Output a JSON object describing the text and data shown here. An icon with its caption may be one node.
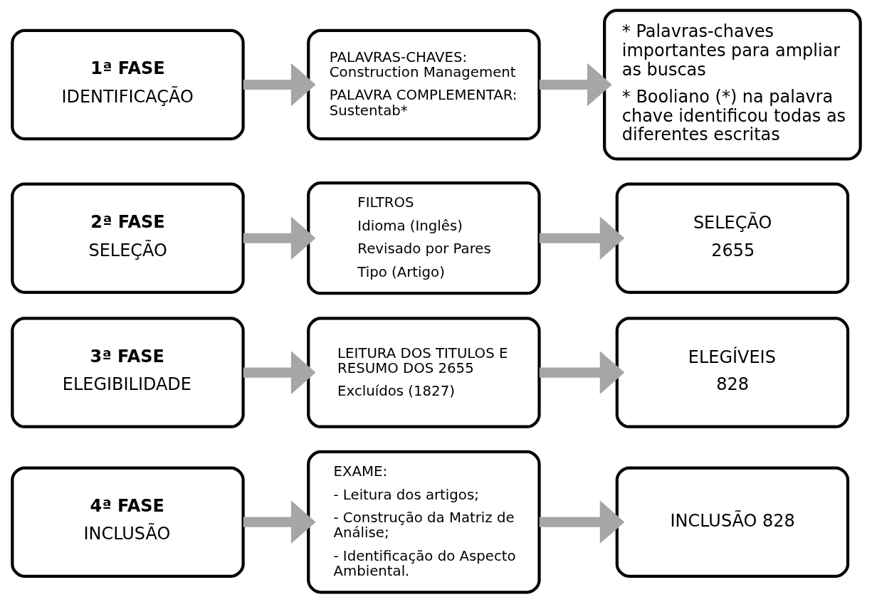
{
  "diagram": {
    "nodes": [
      {
        "text": [
          "1ª FASE",
          "IDENTIFICAÇÃO"
        ]
      },
      {
        "text": [
          "PALAVRAS-CHAVES: Construction Management",
          "PALAVRA COMPLEMENTAR: Sustentab*"
        ]
      },
      {
        "text": [
          "* Palavras-chaves importantes para ampliar as buscas",
          "* Booliano (*) na palavra chave identificou todas as diferentes escritas"
        ]
      },
      {
        "text": [
          "2ª FASE",
          "SELEÇÃO"
        ]
      },
      {
        "text": [
          "FILTROS",
          "Idioma (Inglês)",
          "Revisado por Pares",
          "Tipo (Artigo)"
        ]
      },
      {
        "text": [
          "SELEÇÃO",
          "2655"
        ]
      },
      {
        "text": [
          "3ª FASE",
          "ELEGIBILIDADE"
        ]
      },
      {
        "text": [
          "LEITURA DOS TITULOS E RESUMO DOS 2655",
          "Excluídos (1827)"
        ]
      },
      {
        "text": [
          "ELEGÍVEIS",
          "828"
        ]
      },
      {
        "text": [
          "4ª FASE",
          "INCLUSÃO"
        ]
      },
      {
        "text": [
          "EXAME:",
          "- Leitura dos artigos;",
          "- Construção da Matriz de Análise;",
          "- Identificação do Aspecto Ambiental."
        ]
      },
      {
        "text": [
          "INCLUSÃO 828"
        ]
      }
    ],
    "edges": [
      {
        "from": 0,
        "to": 1,
        "arrow": "to"
      },
      {
        "from": 1,
        "to": 2,
        "arrow": "to"
      },
      {
        "from": 3,
        "to": 4,
        "arrow": "to"
      },
      {
        "from": 4,
        "to": 5,
        "arrow": "to"
      },
      {
        "from": 6,
        "to": 7,
        "arrow": "to"
      },
      {
        "from": 7,
        "to": 8,
        "arrow": "to"
      },
      {
        "from": 9,
        "to": 10,
        "arrow": "to"
      },
      {
        "from": 10,
        "to": 11,
        "arrow": "to"
      }
    ]
  }
}
